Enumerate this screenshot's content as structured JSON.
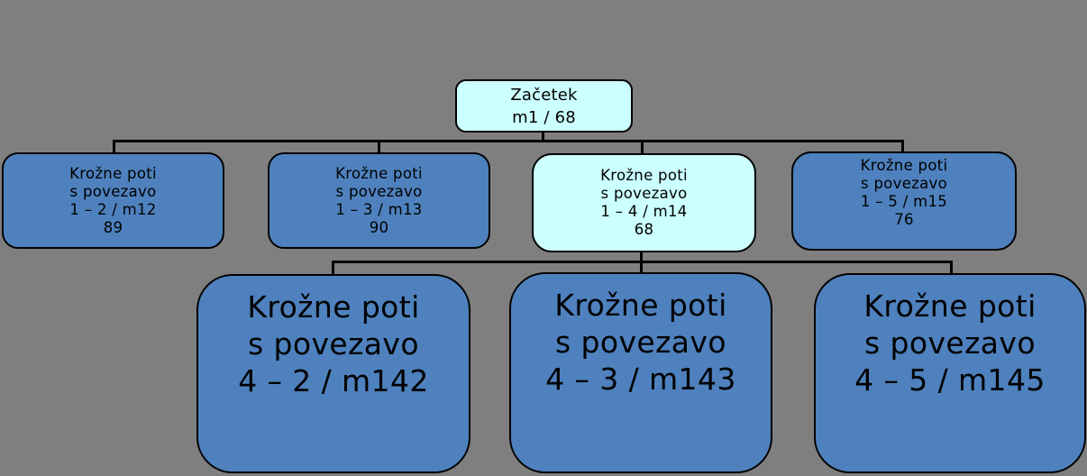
{
  "diagram": {
    "type": "hierarchy-smartart",
    "background_color": "#7F7F7F",
    "node_fill_blue": "#4E81BD",
    "node_fill_cyan": "#CCFFFF",
    "connector_color": "#000000",
    "text_color": "#000000"
  },
  "nodes": {
    "root": {
      "lines": [
        "Začetek",
        "m1 / 68"
      ],
      "highlighted": true
    },
    "m12": {
      "lines": [
        "Krožne poti",
        "s povezavo",
        "1 – 2 / m12",
        "89"
      ],
      "highlighted": false
    },
    "m13": {
      "lines": [
        "Krožne poti",
        "s povezavo",
        "1 – 3 / m13",
        "90"
      ],
      "highlighted": false
    },
    "m14": {
      "lines": [
        "Krožne poti",
        "s povezavo",
        "1 – 4 / m14",
        "68"
      ],
      "highlighted": true
    },
    "m15": {
      "lines": [
        "Krožne poti",
        "s povezavo",
        "1 – 5 / m15",
        "76"
      ],
      "highlighted": false
    },
    "m142": {
      "lines": [
        "Krožne poti",
        "s povezavo",
        "4 – 2 / m142"
      ],
      "highlighted": false
    },
    "m143": {
      "lines": [
        "Krožne poti",
        "s povezavo",
        "4 – 3 / m143"
      ],
      "highlighted": false
    },
    "m145": {
      "lines": [
        "Krožne poti",
        "s povezavo",
        "4 – 5 / m145"
      ],
      "highlighted": false
    }
  }
}
